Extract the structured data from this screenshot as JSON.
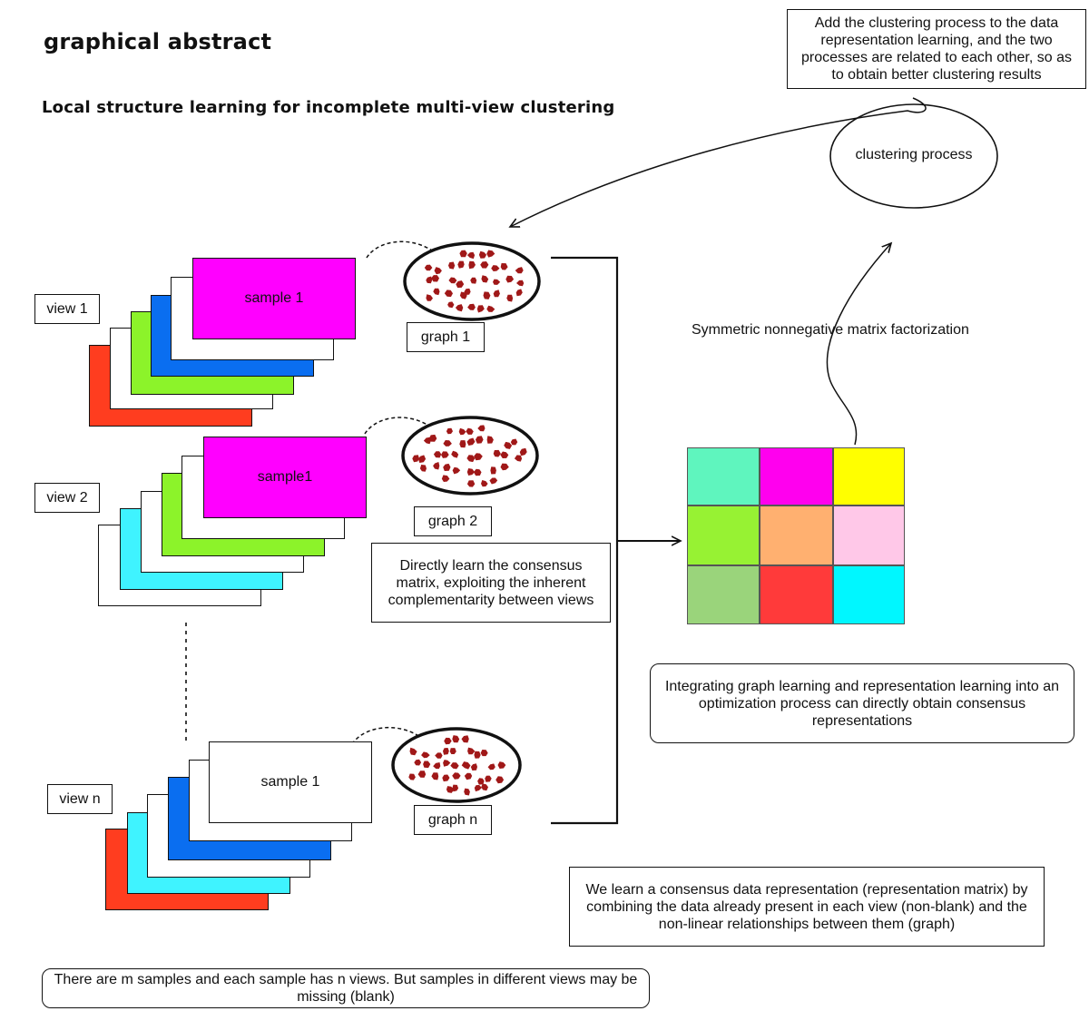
{
  "header": {
    "title": "graphical abstract",
    "subtitle": "Local structure learning for incomplete multi-view clustering"
  },
  "views": [
    {
      "label": "view 1",
      "sample_label": "sample 1",
      "graph_label": "graph 1",
      "layer_colors": [
        "#ff3d1f",
        "#ffffff",
        "#8cf32a",
        "#0a6ef0",
        "#ffffff",
        "#ff00ff"
      ]
    },
    {
      "label": "view 2",
      "sample_label": "sample1",
      "graph_label": "graph 2",
      "layer_colors": [
        "#ffffff",
        "#3ff3ff",
        "#ffffff",
        "#8cf32a",
        "#ffffff",
        "#ff00ff"
      ]
    },
    {
      "label": "view n",
      "sample_label": "sample 1",
      "graph_label": "graph n",
      "layer_colors": [
        "#ff3d1f",
        "#3ff3ff",
        "#ffffff",
        "#0a6ef0",
        "#ffffff",
        "#ffffff"
      ]
    }
  ],
  "notes": {
    "top_right": "Add the clustering process to the data representation learning, and the two processes are related to each other, so as to obtain better clustering results",
    "consensus": "Directly learn the consensus matrix, exploiting the inherent complementarity between views",
    "integrating": "Integrating graph learning and representation learning into an optimization process can directly obtain consensus representations",
    "learn": "We learn a consensus data representation (representation matrix) by combining the data already present in each view (non-blank) and the non-linear relationships between them (graph)",
    "bottom": "There are m samples and each sample has n views. But samples in different views may be missing (blank)"
  },
  "clustering_label": "clustering process",
  "snmf_label": "Symmetric nonnegative matrix factorization",
  "matrix": {
    "colors": [
      "#5ff5be",
      "#ff00ee",
      "#ffff00",
      "#97f233",
      "#ffb070",
      "#ffc8e8",
      "#9ad47b",
      "#ff3a3a",
      "#00f7ff"
    ]
  },
  "colors": {
    "dot": "#a01818",
    "ink": "#111111"
  }
}
